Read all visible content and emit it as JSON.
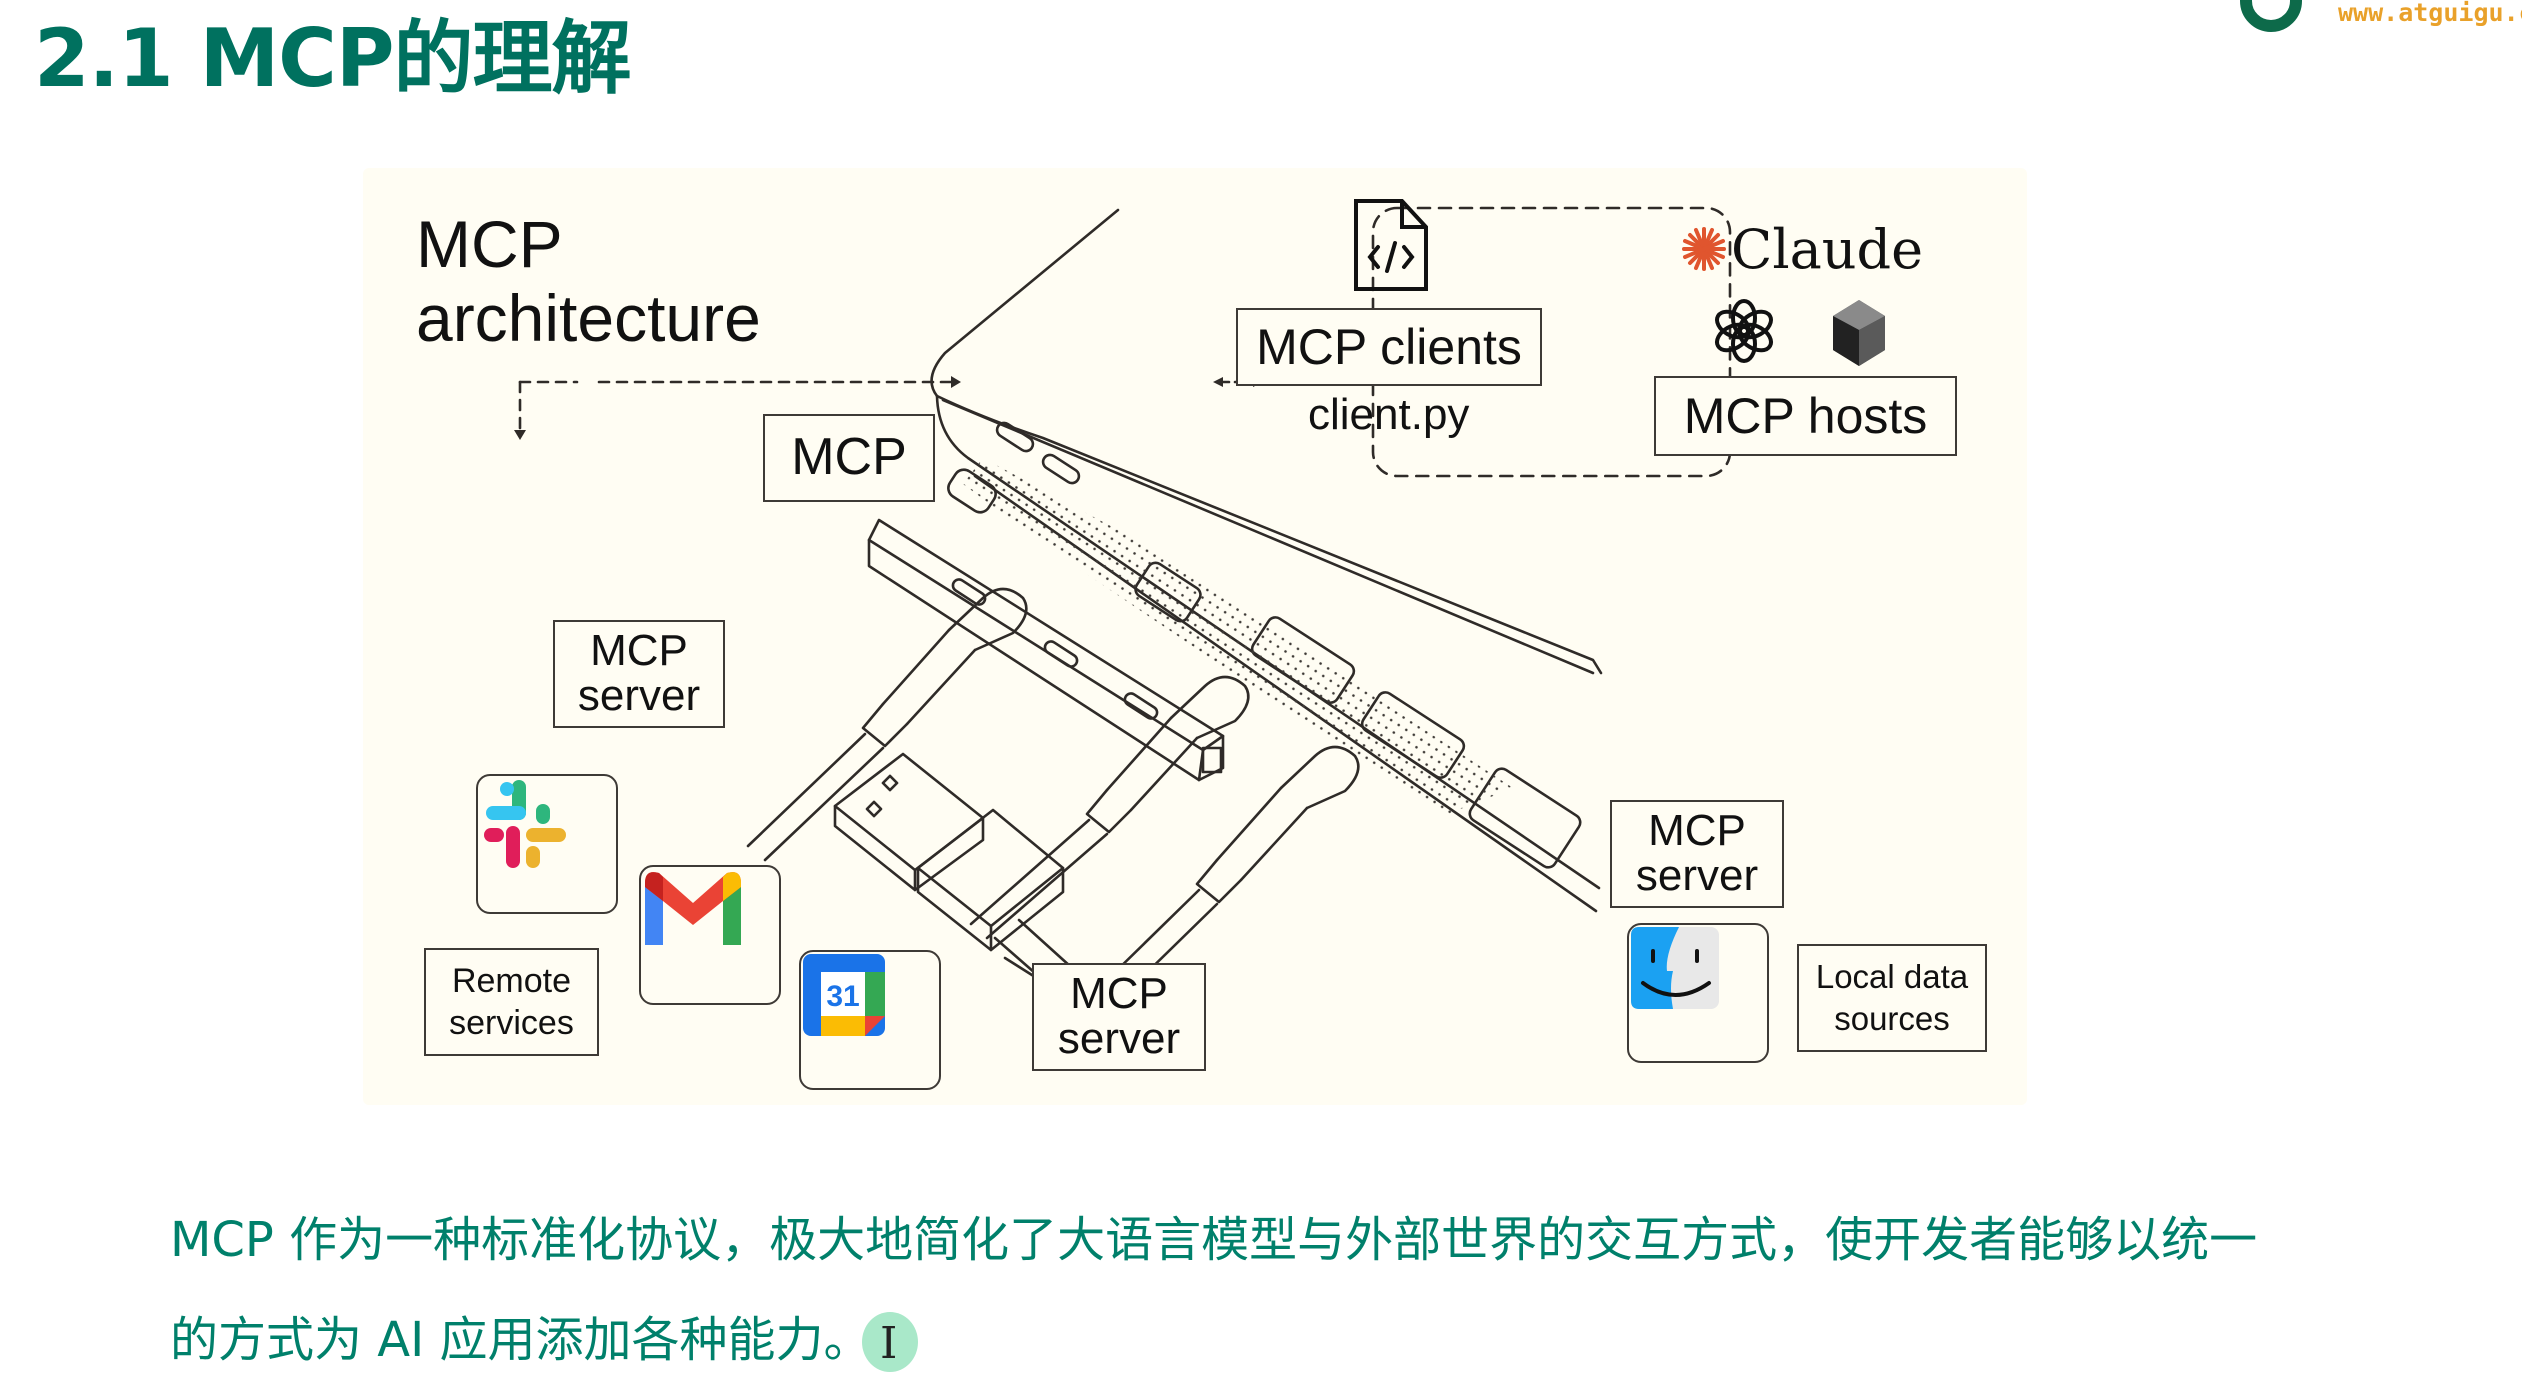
{
  "slide": {
    "title": "2.1 MCP的理解",
    "logo": {
      "url_text": "www.atguigu.c",
      "ring_color": "#0d6a4a",
      "dot_color": "#f0a21e",
      "text_color": "#e9a12a"
    },
    "title_color": "#00715f",
    "body_color": "#00806b"
  },
  "diagram": {
    "heading_line1": "MCP",
    "heading_line2": "architecture",
    "background": "#fffdf3",
    "mcp_label": "MCP",
    "clients_label": "MCP clients",
    "client_file": "client.py",
    "code_file_icon": "code-file-icon",
    "hosts": {
      "claude_label": "Claude",
      "claude_star_color": "#e0552e",
      "icons": [
        "claude-star-icon",
        "openai-logo-icon",
        "crystal-logo-icon"
      ],
      "label": "MCP hosts"
    },
    "remote": {
      "server_label_top_line1": "MCP",
      "server_label_top_line2": "server",
      "server_label_bottom_line1": "MCP",
      "server_label_bottom_line2": "server",
      "caption_line1": "Remote",
      "caption_line2": "services",
      "services": [
        "slack-icon",
        "gmail-icon",
        "google-calendar-icon"
      ],
      "calendar_day": "31"
    },
    "local": {
      "server_label_line1": "MCP",
      "server_label_line2": "server",
      "caption_line1": "Local data",
      "caption_line2": "sources",
      "service": "finder-icon"
    }
  },
  "body": {
    "line1": "MCP 作为一种标准化协议，极大地简化了大语言模型与外部世界的交互方式，使开发者能够以统一",
    "line2": "的方式为 AI 应用添加各种能力。"
  }
}
